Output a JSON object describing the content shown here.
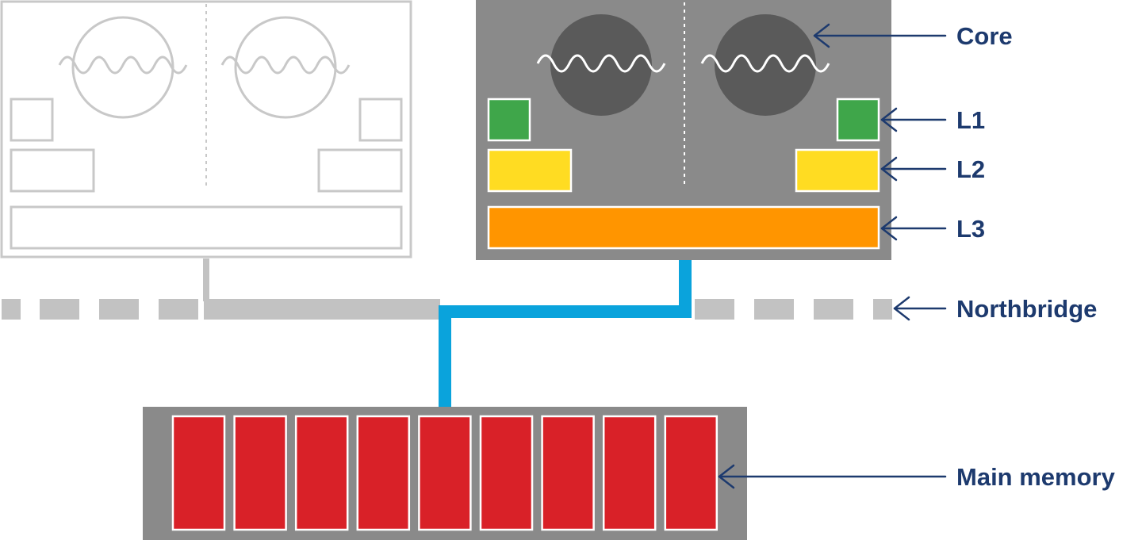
{
  "labels": {
    "core": "Core",
    "l1": "L1",
    "l2": "L2",
    "l3": "L3",
    "northbridge": "Northbridge",
    "main_memory": "Main memory"
  },
  "colors": {
    "label_text": "#1d3a6e",
    "arrow": "#1d3a6e",
    "active_socket": "#8a8a8a",
    "core_circle": "#5a5a5a",
    "l1": "#3fa64a",
    "l2": "#ffdc22",
    "l3": "#ff9500",
    "memory_module": "#d92128",
    "memory_board": "#8a8a8a",
    "bus_active": "#0aa3dc",
    "bus_inactive": "#c2c2c2",
    "inactive_outline": "#c8c8c8"
  },
  "memory": {
    "module_count": 9
  }
}
